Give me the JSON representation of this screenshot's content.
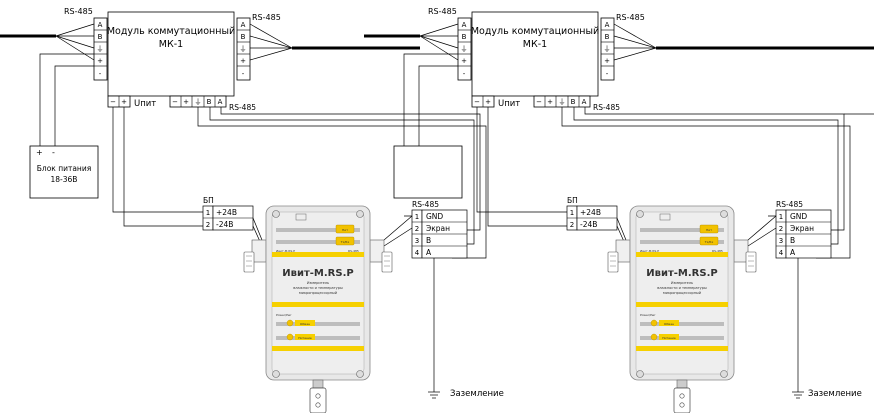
{
  "diagram": {
    "module": {
      "title_line1": "Модуль коммутационный",
      "title_line2": "МК-1",
      "rs485": "RS-485",
      "upit": "Uпит",
      "pins_left": [
        "A",
        "B",
        "⏚",
        "+",
        "-"
      ],
      "pins_right": [
        "A",
        "B",
        "⏚",
        "+",
        "-"
      ],
      "pins_power": [
        "−",
        "+"
      ],
      "pins_bus": [
        "−",
        "+",
        "⏚",
        "B",
        "A"
      ]
    },
    "power_supply": {
      "title_line1": "Блок питания",
      "title_line2": "18-36В",
      "plus": "+",
      "minus": "-"
    },
    "bp_table": {
      "title": "БП",
      "rows": [
        {
          "num": "1",
          "label": "+24В"
        },
        {
          "num": "2",
          "label": "-24В"
        }
      ]
    },
    "rs_table": {
      "title": "RS-485",
      "rows": [
        {
          "num": "1",
          "label": "GND"
        },
        {
          "num": "2",
          "label": "Экран"
        },
        {
          "num": "3",
          "label": "B"
        },
        {
          "num": "4",
          "label": "A"
        }
      ]
    },
    "device": {
      "name": "Ивит-M.RS.P",
      "desc_line1": "Измеритель",
      "desc_line2": "влажности и температуры",
      "desc_line3": "микропроцессорный",
      "left_mark": "Ивит-M.RS.P",
      "right_mark": "RS-485",
      "power_mark": "Power/Pwr",
      "led_top1": "Пит",
      "led_top2": "Tx/Rx",
      "led_bot1": "Обмен",
      "led_bot2": "Питание"
    },
    "ground_label": "Заземление"
  }
}
